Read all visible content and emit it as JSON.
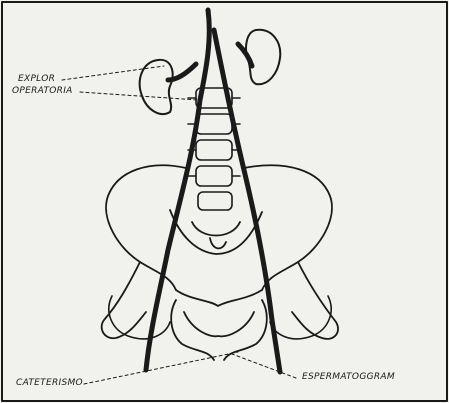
{
  "labels": {
    "explor_line1": "EXPLOR",
    "explor_line2": "OPERATORIA",
    "cateterismo": "CATETERISMO",
    "espermatogram": "ESPERMATOGGRAM"
  },
  "colors": {
    "background": "#f1f1ee",
    "ink": "#1a1a1a"
  }
}
